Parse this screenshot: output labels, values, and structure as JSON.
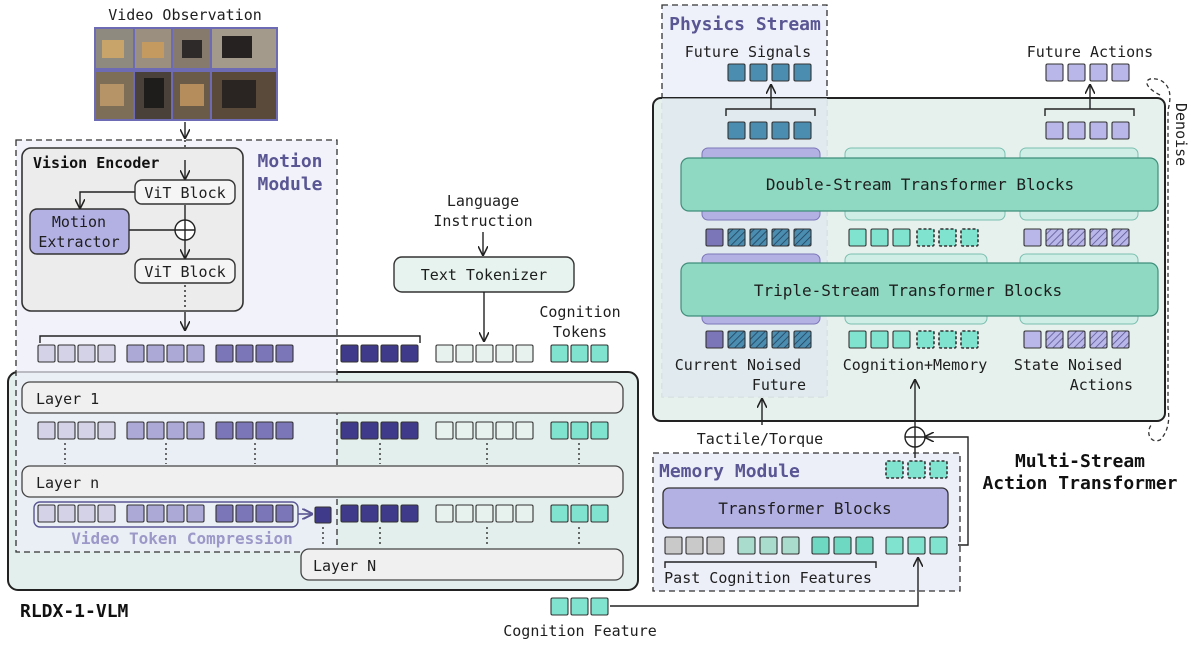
{
  "video_observation": "Video Observation",
  "motion_module": [
    "Motion",
    "Module"
  ],
  "vision_encoder": "Vision Encoder",
  "vit_block_top": "ViT Block",
  "vit_block_bottom": "ViT Block",
  "motion_extractor": [
    "Motion",
    "Extractor"
  ],
  "language_instruction": [
    "Language",
    "Instruction"
  ],
  "text_tokenizer": "Text Tokenizer",
  "cognition_tokens": [
    "Cognition",
    "Tokens"
  ],
  "layer_1": "Layer 1",
  "layer_n": "Layer n",
  "layer_N": "Layer N",
  "video_token_compression": "Video Token Compression",
  "vlm_name": "RLDX-1-VLM",
  "physics_stream": "Physics Stream",
  "future_signals": "Future Signals",
  "future_actions": "Future Actions",
  "denoise": "Denoise",
  "double_stream": "Double-Stream Transformer Blocks",
  "triple_stream": "Triple-Stream Transformer Blocks",
  "current_noised_future": [
    "Current Noised",
    "Future"
  ],
  "cognition_memory": "Cognition+Memory",
  "state_noised_actions": [
    "State Noised",
    "Actions"
  ],
  "tactile_torque": "Tactile/Torque",
  "memory_module": "Memory Module",
  "transformer_blocks": "Transformer Blocks",
  "past_cognition_features": "Past Cognition Features",
  "mat_name": [
    "Multi-Stream",
    "Action Transformer"
  ],
  "cognition_feature": "Cognition Feature",
  "colors": {
    "video_light": "#d3d2e6",
    "video_mid": "#aca9d6",
    "video_dark": "#7b76b8",
    "compressed": "#403a8a",
    "text": "#e7f2ee",
    "cognition": "#7fe3cf",
    "signal": "#4a8db0",
    "action": "#b9b7ea",
    "block": "#8fd9c2"
  }
}
